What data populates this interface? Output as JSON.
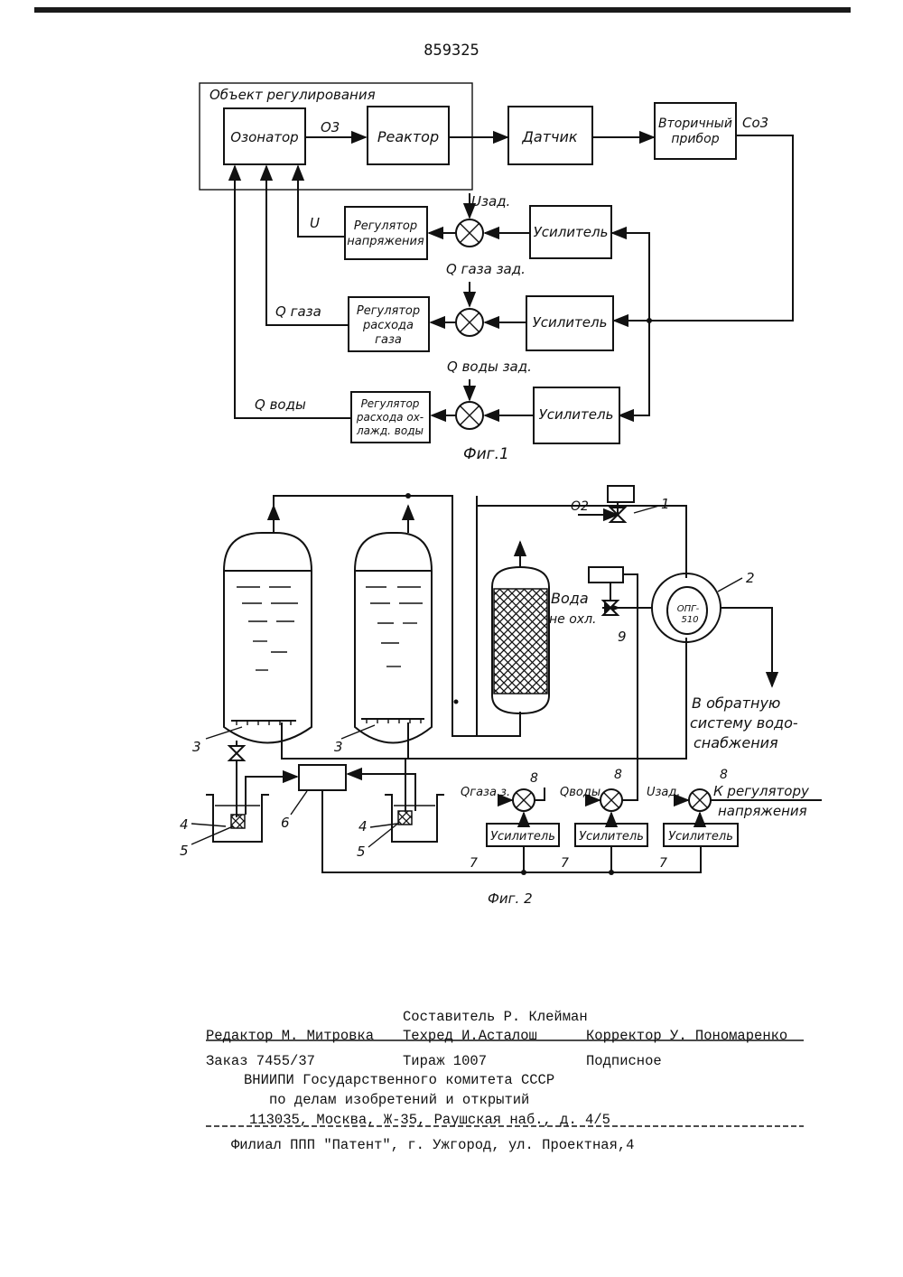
{
  "page_number": "859325",
  "fig1": {
    "object_label": "Объект регулирования",
    "ozonator": "Озонатор",
    "o3": "O3",
    "reactor": "Реактор",
    "sensor": "Датчик",
    "secondary_l1": "Вторичный",
    "secondary_l2": "прибор",
    "co3": "Co3",
    "u_set": "Uзад.",
    "u": "U",
    "volt_reg_l1": "Регулятор",
    "volt_reg_l2": "напряжения",
    "amplifier": "Усилитель",
    "q_gas_set": "Q газа зад.",
    "q_gas": "Q газа",
    "gas_reg_l1": "Регулятор",
    "gas_reg_l2": "расхода",
    "gas_reg_l3": "газа",
    "q_water_set": "Q воды зад.",
    "q_water": "Q воды",
    "water_reg_l1": "Регулятор",
    "water_reg_l2": "расхода ох-",
    "water_reg_l3": "лажд. воды",
    "caption": "Фиг.1"
  },
  "fig2": {
    "o2": "O2",
    "n1": "1",
    "n2": "2",
    "opg": "ОПГ-",
    "opg2": "510",
    "water_l1": "Вода",
    "water_l2": "не охл.",
    "n9": "9",
    "return_l1": "В обратную",
    "return_l2": "систему водо-",
    "return_l3": "снабжения",
    "n3a": "3",
    "n3b": "3",
    "n4a": "4",
    "n4b": "4",
    "n5a": "5",
    "n5b": "5",
    "n6": "6",
    "n8a": "8",
    "n8b": "8",
    "n8c": "8",
    "q_gas_z": "Qгаза з.",
    "q_water": "Qводы",
    "u_set": "Uзад.",
    "to_reg_l1": "К регулятору",
    "to_reg_l2": "напряжения",
    "amp": "Усилитель",
    "n7a": "7",
    "n7b": "7",
    "n7c": "7",
    "caption": "Фиг. 2"
  },
  "colophon": {
    "compiler": "Составитель Р. Клейман",
    "editor": "Редактор М. Митровка",
    "techred": "Техред И.Асталош",
    "corrector": "Корректор У. Пономаренко",
    "order": "Заказ 7455/37",
    "circulation": "Тираж 1007",
    "subscription": "Подписное",
    "org_l1": "ВНИИПИ Государственного комитета СССР",
    "org_l2": "по делам изобретений и открытий",
    "org_l3": "113035, Москва, Ж-35, Раушская наб., д. 4/5",
    "branch": "Филиал ППП \"Патент\", г. Ужгород, ул. Проектная,4"
  }
}
